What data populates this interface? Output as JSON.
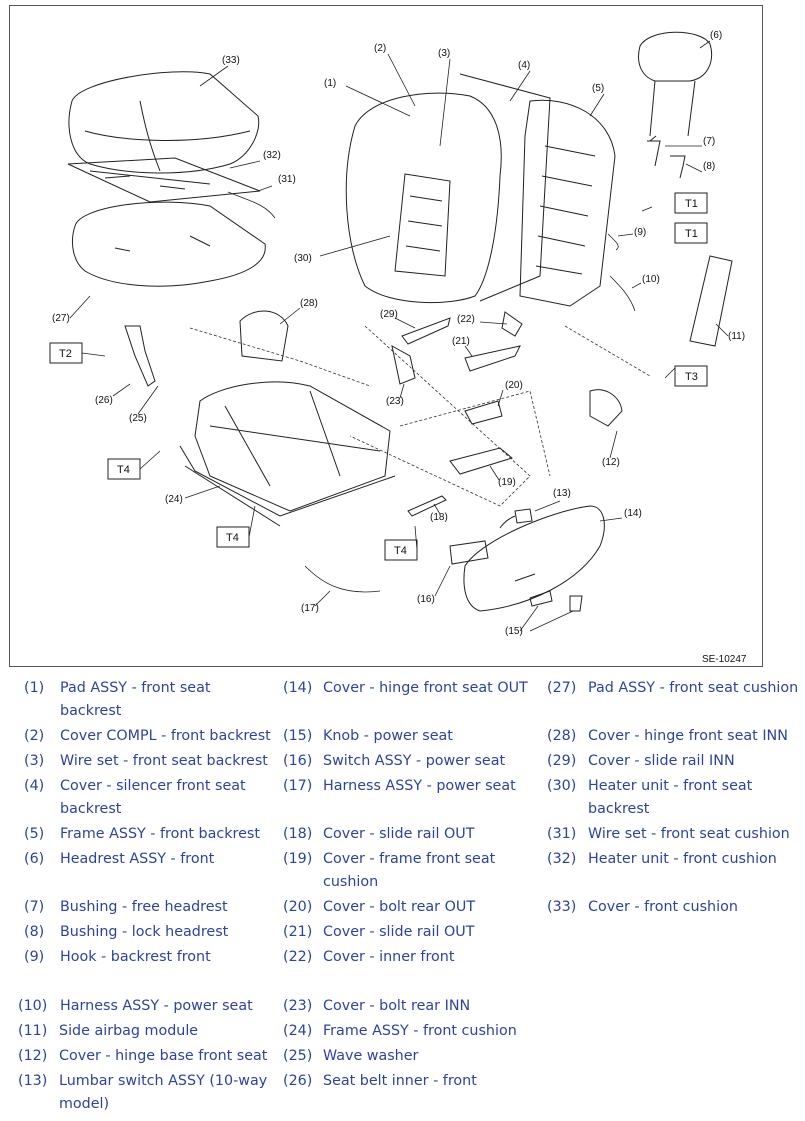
{
  "figure": {
    "code": "SE-10247",
    "torque_boxes": [
      "T1",
      "T1",
      "T2",
      "T3",
      "T4",
      "T4",
      "T4"
    ],
    "callouts": [
      "(1)",
      "(2)",
      "(3)",
      "(4)",
      "(5)",
      "(6)",
      "(7)",
      "(8)",
      "(9)",
      "(10)",
      "(11)",
      "(12)",
      "(13)",
      "(14)",
      "(15)",
      "(16)",
      "(17)",
      "(18)",
      "(19)",
      "(20)",
      "(21)",
      "(22)",
      "(23)",
      "(24)",
      "(25)",
      "(26)",
      "(27)",
      "(28)",
      "(29)",
      "(30)",
      "(31)",
      "(32)",
      "(33)"
    ]
  },
  "legend": {
    "col1": [
      {
        "num": "(1)",
        "text": "Pad ASSY - front seat backrest"
      },
      {
        "num": "(2)",
        "text": "Cover COMPL - front backrest"
      },
      {
        "num": "(3)",
        "text": "Wire set - front seat backrest"
      },
      {
        "num": "(4)",
        "text": "Cover - silencer front seat backrest"
      },
      {
        "num": "(5)",
        "text": "Frame ASSY - front backrest"
      },
      {
        "num": "(6)",
        "text": "Headrest ASSY - front"
      },
      {
        "num": "(7)",
        "text": "Bushing - free headrest"
      },
      {
        "num": "(8)",
        "text": "Bushing - lock headrest"
      },
      {
        "num": "(9)",
        "text": "Hook - backrest front"
      },
      {
        "num": "(10)",
        "text": "Harness ASSY - power seat"
      },
      {
        "num": "(11)",
        "text": "Side airbag module"
      },
      {
        "num": "(12)",
        "text": "Cover - hinge base front seat"
      },
      {
        "num": "(13)",
        "text": "Lumbar switch ASSY (10-way model)"
      }
    ],
    "col2": [
      {
        "num": "(14)",
        "text": "Cover - hinge front seat OUT"
      },
      {
        "num": "(15)",
        "text": "Knob - power seat"
      },
      {
        "num": "(16)",
        "text": "Switch ASSY - power seat"
      },
      {
        "num": "(17)",
        "text": "Harness ASSY - power seat"
      },
      {
        "num": "(18)",
        "text": "Cover - slide rail OUT"
      },
      {
        "num": "(19)",
        "text": "Cover - frame front seat cushion"
      },
      {
        "num": "(20)",
        "text": "Cover - bolt rear OUT"
      },
      {
        "num": "(21)",
        "text": "Cover - slide rail OUT"
      },
      {
        "num": "(22)",
        "text": "Cover - inner front"
      },
      {
        "num": "(23)",
        "text": "Cover - bolt rear INN"
      },
      {
        "num": "(24)",
        "text": "Frame ASSY - front cushion"
      },
      {
        "num": "(25)",
        "text": "Wave washer"
      },
      {
        "num": "(26)",
        "text": "Seat belt inner - front"
      }
    ],
    "col3": [
      {
        "num": "(27)",
        "text": "Pad ASSY - front seat cushion"
      },
      {
        "num": "(28)",
        "text": "Cover - hinge front seat INN"
      },
      {
        "num": "(29)",
        "text": "Cover - slide rail INN"
      },
      {
        "num": "(30)",
        "text": "Heater unit - front seat backrest"
      },
      {
        "num": "(31)",
        "text": "Wire set - front seat cushion"
      },
      {
        "num": "(32)",
        "text": "Heater unit - front cushion"
      },
      {
        "num": "(33)",
        "text": "Cover - front cushion"
      }
    ]
  }
}
